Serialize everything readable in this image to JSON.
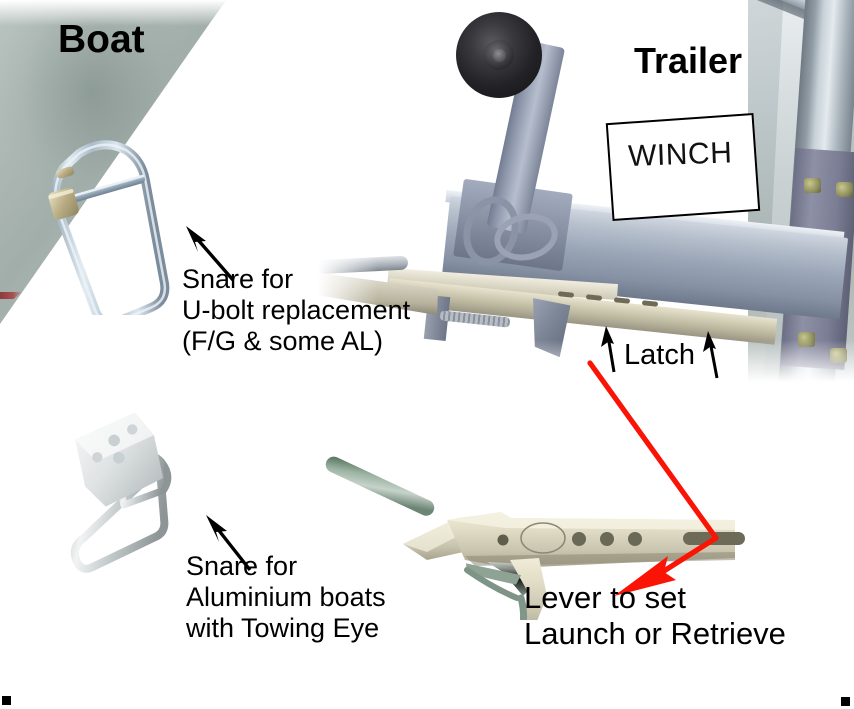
{
  "document": {
    "type": "annotated-photo-diagram",
    "subject": "Boat trailer snare and winch latch instructions"
  },
  "titles": {
    "boat": "Boat",
    "trailer": "Trailer"
  },
  "labels": {
    "winch": "WINCH",
    "latch": "Latch"
  },
  "callouts": {
    "snare_ubolt": "Snare for\nU-bolt replacement\n(F/G & some AL)",
    "snare_aluminium": "Snare for\nAluminium boats\nwith Towing Eye",
    "lever": "Lever to set\nLaunch or Retrieve"
  },
  "colors": {
    "arrow_black": "#000000",
    "arrow_red": "#fa1405",
    "text": "#000000",
    "background": "#ffffff",
    "hull": "#aeb9b5",
    "beam": "#9aa5b6",
    "lever_steel": "#d8d4bf"
  },
  "icons": {
    "pointer_up_left": "snare-pointer-arrow",
    "pointer_up": "latch-up-arrow",
    "pointer_red": "lever-red-arrow"
  }
}
